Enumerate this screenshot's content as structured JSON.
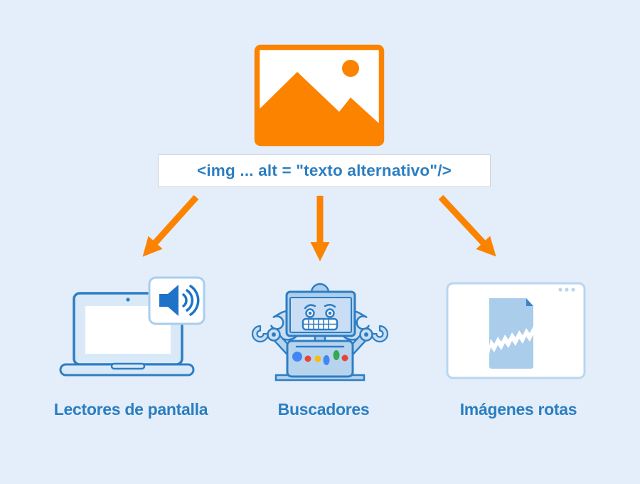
{
  "diagram_title": "",
  "code_snippet": {
    "text": "<img ... alt = \"texto alternativo\"/>"
  },
  "branches": [
    {
      "id": "screen-readers",
      "label": "Lectores de pantalla",
      "icon": "laptop-with-speaker-icon"
    },
    {
      "id": "search-engines",
      "label": "Buscadores",
      "icon": "robot-crawler-icon"
    },
    {
      "id": "broken-images",
      "label": "Imágenes rotas",
      "icon": "browser-broken-image-icon"
    }
  ],
  "icons": {
    "top": "image-placeholder-icon",
    "connectors": "orange-arrow-icon"
  },
  "colors": {
    "background": "#e3eefa",
    "orange_accent": "#fb8300",
    "blue_text": "#2b7ec1",
    "icon_outline_blue": "#2e7dc2",
    "icon_light_fill": "#c9def4",
    "icon_mid_fill": "#b7d4ef",
    "laptop_fill": "#d9e9f8",
    "speaker_blue": "#1e73c8",
    "browser_border": "#b9d6ef",
    "page_fill": "#a9cdeb",
    "page_fold": "#3b82cd",
    "dot_blue": "#4285f4",
    "dot_red": "#ea4335",
    "dot_yellow": "#fbbc05",
    "dot_green": "#34a853",
    "code_box_border": "#ccd3d9"
  }
}
